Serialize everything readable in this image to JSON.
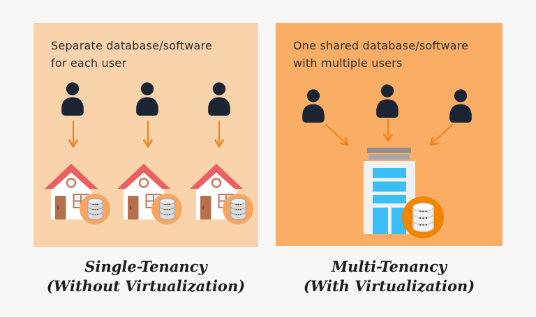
{
  "left_panel": {
    "heading_line1": "Separate database/software",
    "heading_line2": "for each user",
    "user_count": 3,
    "house_count": 3,
    "database_count": 3
  },
  "left_caption": {
    "line1": "Single-Tenancy",
    "line2": "(Without Virtualization)"
  },
  "right_panel": {
    "heading_line1": "One shared database/software",
    "heading_line2": "with multiple users",
    "user_count": 3,
    "building_count": 1,
    "database_count": 1
  },
  "right_caption": {
    "line1": "Multi-Tenancy",
    "line2": "(With Virtualization)"
  },
  "icons": {
    "user": "user-icon",
    "arrow": "arrow-down-icon",
    "house": "house-icon",
    "building": "building-icon",
    "database": "database-icon"
  },
  "colors": {
    "page-bg": "#f7f7f8",
    "panel-left-bg": "#f9d3ab",
    "panel-right-bg": "#faad65",
    "heading-text": "#2e2e2e",
    "caption-text": "#1d1d1d",
    "person": "#1b2433",
    "arrow": "#f1861e",
    "roof": "#e86060",
    "door": "#b5714d",
    "circle-small": "#f6a661",
    "circle-large": "#f08500",
    "building-blue": "#3bbdf6",
    "building-bar1": "#8f8f8f",
    "building-bar2": "#a6a6a6"
  }
}
